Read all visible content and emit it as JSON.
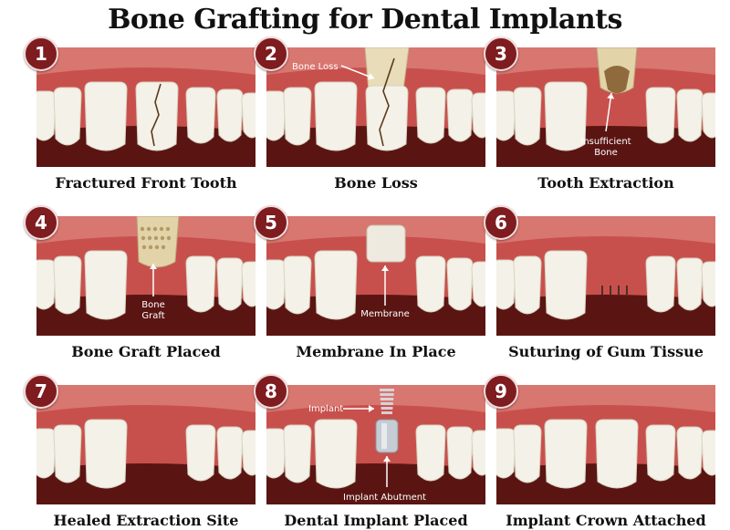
{
  "title": "Bone Grafting for Dental Implants",
  "colors": {
    "gum": "#c8504c",
    "gum_light": "#e39089",
    "tissue_dark": "#5a1512",
    "tooth": "#f4f1e8",
    "badge": "#7e1c1f"
  },
  "panels": [
    {
      "number": "1",
      "caption": "Fractured Front Tooth",
      "labels": []
    },
    {
      "number": "2",
      "caption": "Bone Loss",
      "labels": [
        "Bone Loss"
      ]
    },
    {
      "number": "3",
      "caption": "Tooth Extraction",
      "labels": [
        "Insufficient",
        "Bone"
      ]
    },
    {
      "number": "4",
      "caption": "Bone Graft Placed",
      "labels": [
        "Bone",
        "Graft"
      ]
    },
    {
      "number": "5",
      "caption": "Membrane In Place",
      "labels": [
        "Membrane"
      ]
    },
    {
      "number": "6",
      "caption": "Suturing of Gum Tissue",
      "labels": []
    },
    {
      "number": "7",
      "caption": "Healed Extraction Site",
      "labels": []
    },
    {
      "number": "8",
      "caption": "Dental Implant Placed",
      "labels": [
        "Implant",
        "Implant Abutment"
      ]
    },
    {
      "number": "9",
      "caption": "Implant Crown Attached",
      "labels": []
    }
  ]
}
